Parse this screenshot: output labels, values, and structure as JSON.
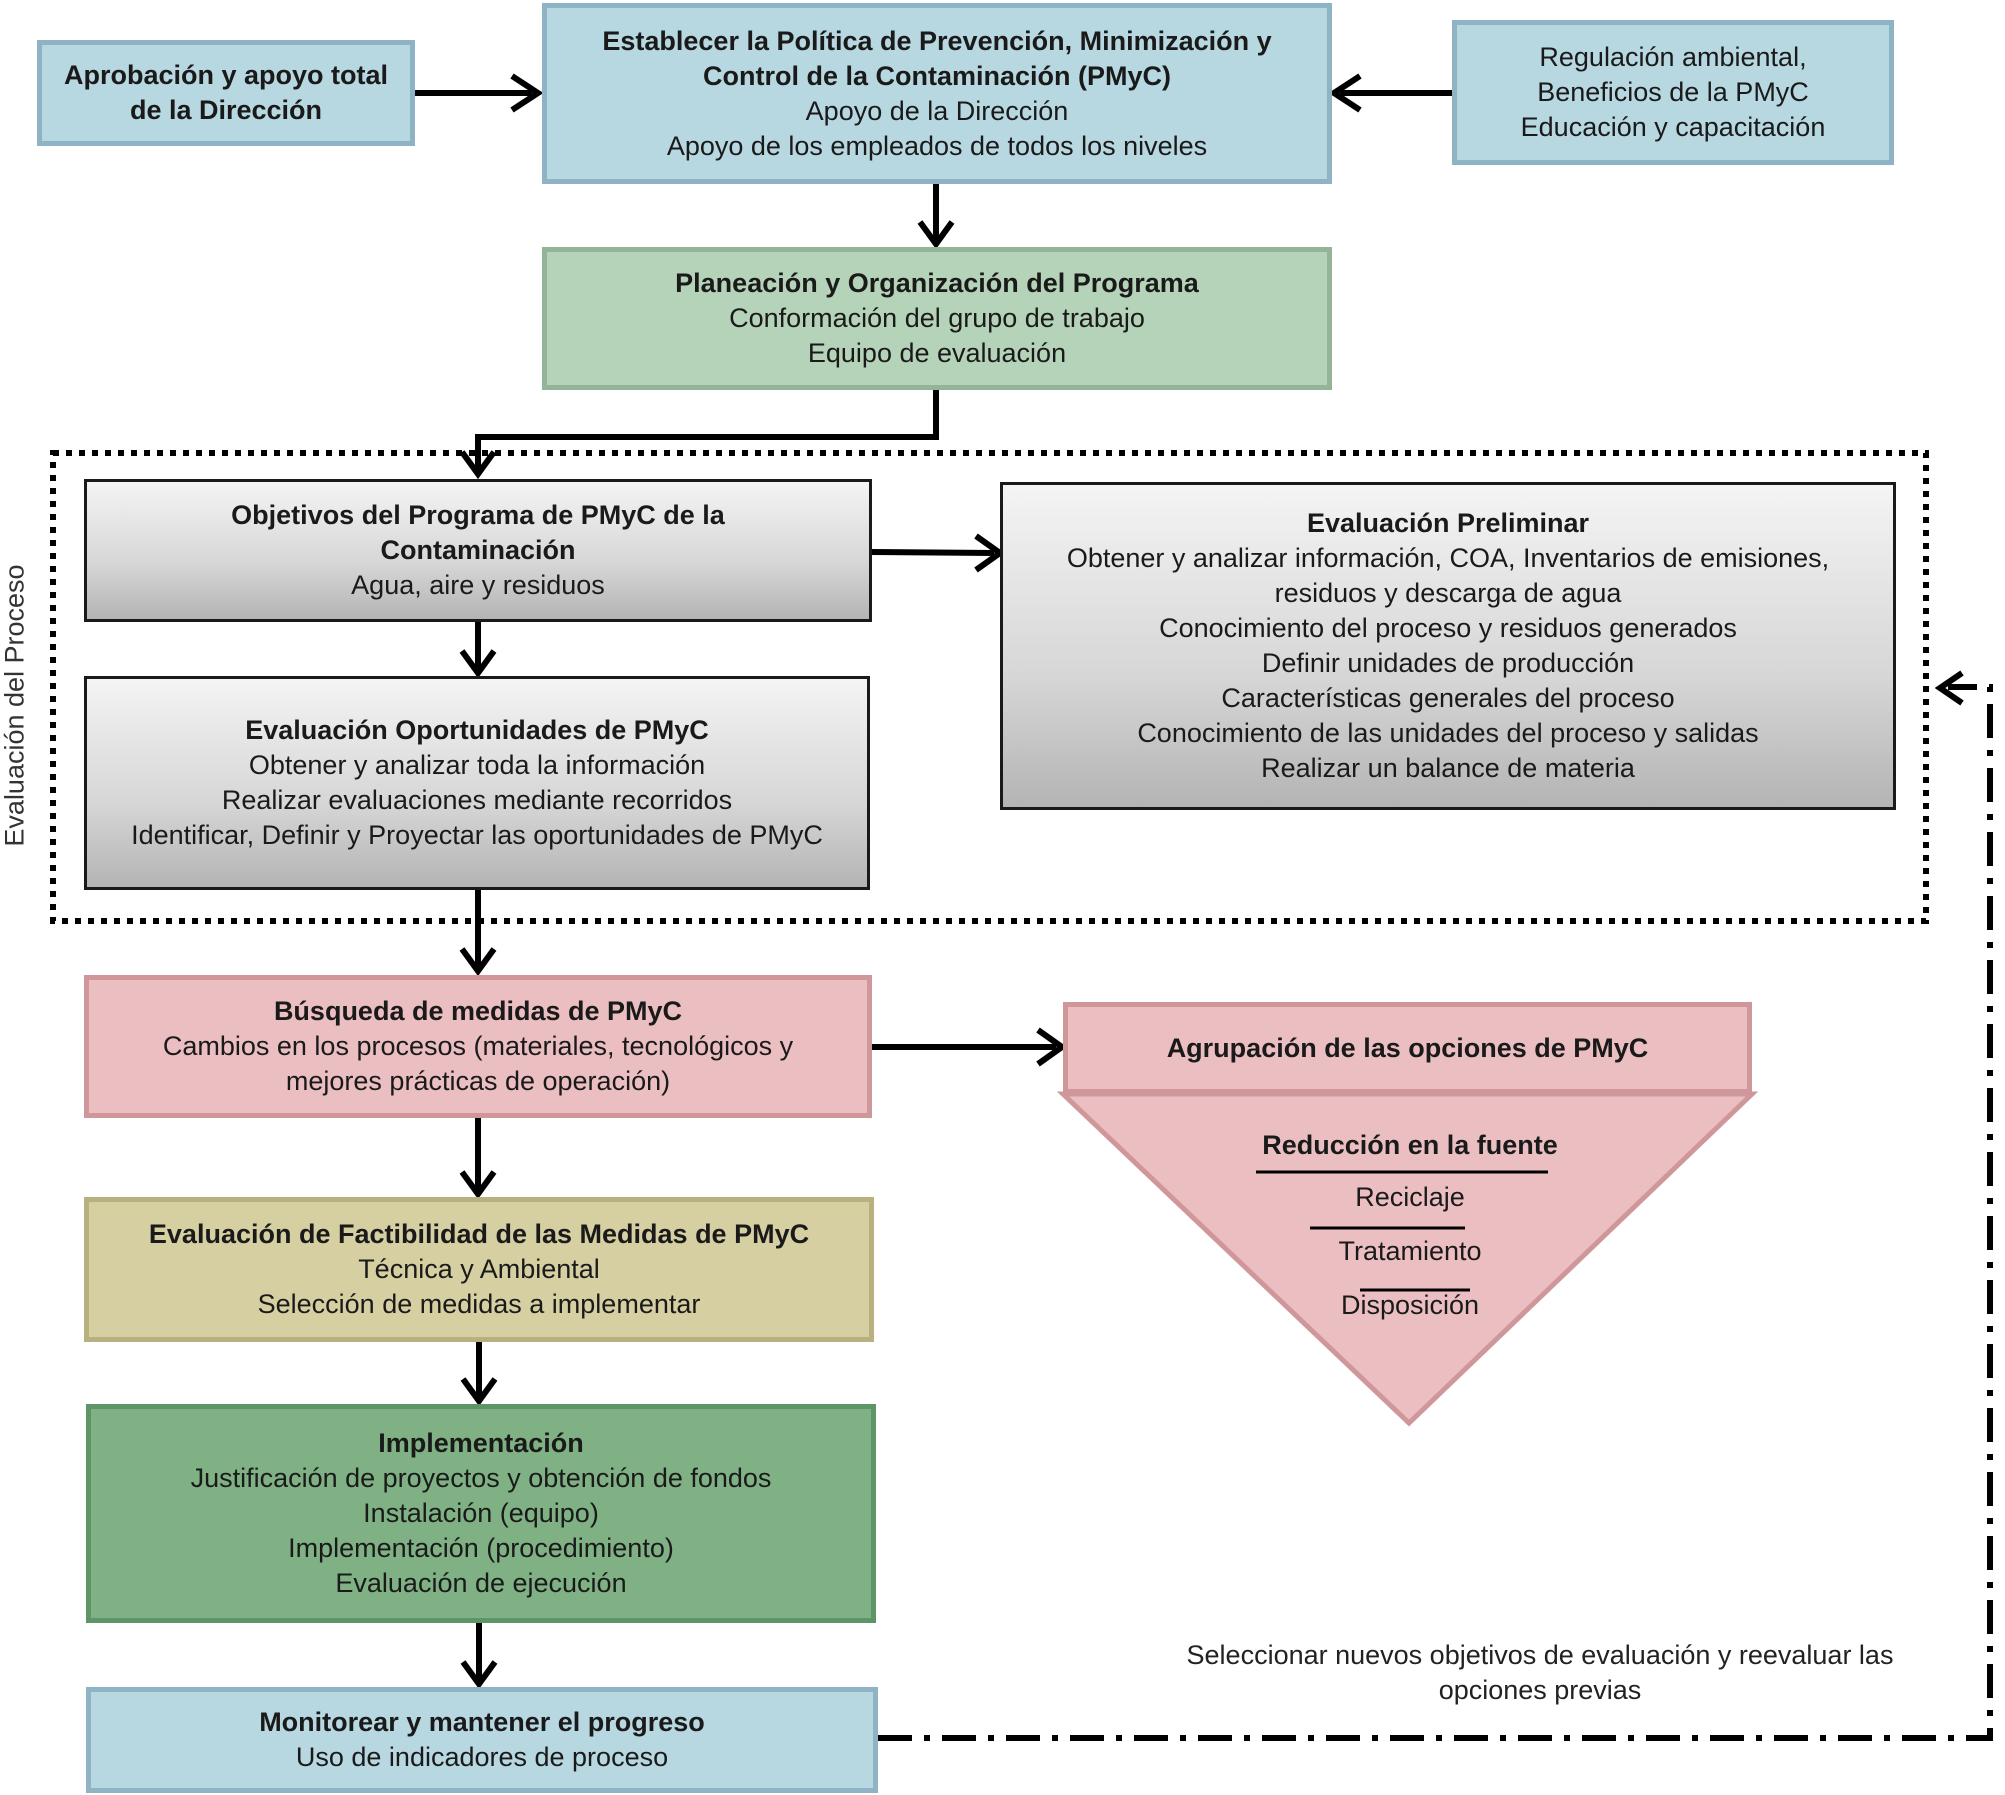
{
  "nodes": {
    "approval": {
      "title": "Aprobación y apoyo total de la Dirección",
      "lines": []
    },
    "policy": {
      "title": "Establecer la Política de Prevención, Minimización y Control de la Contaminación (PMyC)",
      "lines": [
        "Apoyo de la Dirección",
        "Apoyo de los empleados de todos los niveles"
      ]
    },
    "regulation": {
      "title": "",
      "lines": [
        "Regulación ambiental,",
        "Beneficios de la PMyC",
        "Educación y capacitación"
      ]
    },
    "planning": {
      "title": "Planeación y Organización del Programa",
      "lines": [
        "Conformación del grupo de trabajo",
        "Equipo de evaluación"
      ]
    },
    "objectives": {
      "title": "Objetivos del Programa de PMyC de la Contaminación",
      "lines": [
        "Agua, aire y residuos"
      ]
    },
    "preliminary": {
      "title": "Evaluación Preliminar",
      "lines": [
        "Obtener y analizar información, COA, Inventarios de emisiones, residuos y descarga de agua",
        "Conocimiento del proceso y residuos generados",
        "Definir unidades de producción",
        "Características generales del proceso",
        "Conocimiento de las unidades del proceso y salidas",
        "Realizar un balance de materia"
      ]
    },
    "opportunities": {
      "title": "Evaluación Oportunidades de PMyC",
      "lines": [
        "Obtener y analizar toda la información",
        "Realizar evaluaciones mediante recorridos",
        "Identificar, Definir y Proyectar las oportunidades de PMyC"
      ]
    },
    "search": {
      "title": "Búsqueda de medidas de PMyC",
      "lines": [
        "Cambios en los procesos (materiales, tecnológicos y mejores prácticas de operación)"
      ]
    },
    "grouping": {
      "title": "Agrupación de las opciones de PMyC",
      "lines": []
    },
    "feasibility": {
      "title": "Evaluación de Factibilidad de las Medidas de PMyC",
      "lines": [
        "Técnica y Ambiental",
        "Selección de medidas a implementar"
      ]
    },
    "implementation": {
      "title": "Implementación",
      "lines": [
        "Justificación de proyectos y obtención de fondos",
        "Instalación (equipo)",
        "Implementación (procedimiento)",
        "Evaluación de ejecución"
      ]
    },
    "monitor": {
      "title": "Monitorear y mantener el progreso",
      "lines": [
        "Uso de indicadores de proceso"
      ]
    }
  },
  "hierarchy": [
    "Reducción en la fuente",
    "Reciclaje",
    "Tratamiento",
    "Disposición"
  ],
  "side_label": "Evaluación del Proceso",
  "feedback_note": "Seleccionar nuevos objetivos de evaluación y reevaluar las opciones previas",
  "colors": {
    "blue": "#b7d7e1",
    "green": "#b5d3b8",
    "grey": "#d6d6d6",
    "pink": "#ebbfc1",
    "khaki": "#d6cfa2",
    "dark_green": "#7fb184"
  }
}
